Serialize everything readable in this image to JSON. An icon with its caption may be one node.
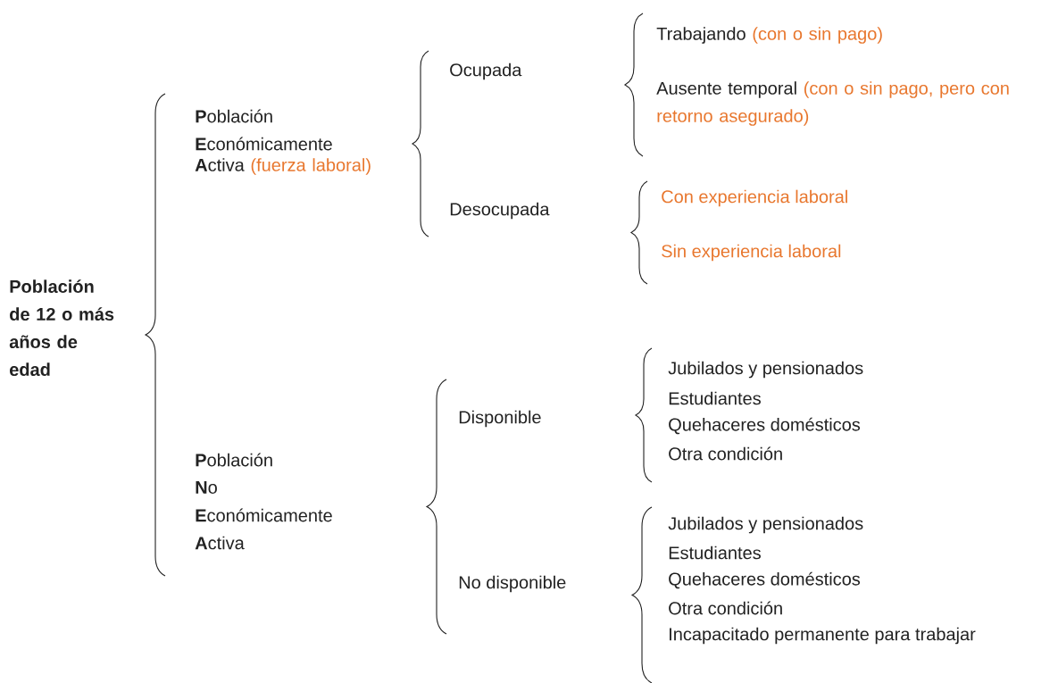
{
  "diagram": {
    "labels": [
      "Población de 12 o más años de edad",
      "**P**oblación",
      "**E**conómicamente",
      "**A**ctiva",
      "(fuerza laboral)",
      "Ocupada",
      "Trabajando",
      "(con o sin pago)",
      "Ausente temporal",
      "(con o sin pago, pero con retorno asegurado)",
      "Desocupada",
      "Con experiencia laboral",
      "Sin experiencia laboral",
      "**P**oblación",
      "**N**o",
      "**E**conómicamente",
      "**A**ctiva",
      "Disponible",
      "Jubilados y pensionados",
      "Estudiantes",
      "Quehaceres domésticos",
      "Otra condición",
      "No disponible",
      "Jubilados y pensionados",
      "Estudiantes",
      "Quehaceres domésticos",
      "Otra condición",
      "Incapacitado permanente para trabajar"
    ]
  }
}
